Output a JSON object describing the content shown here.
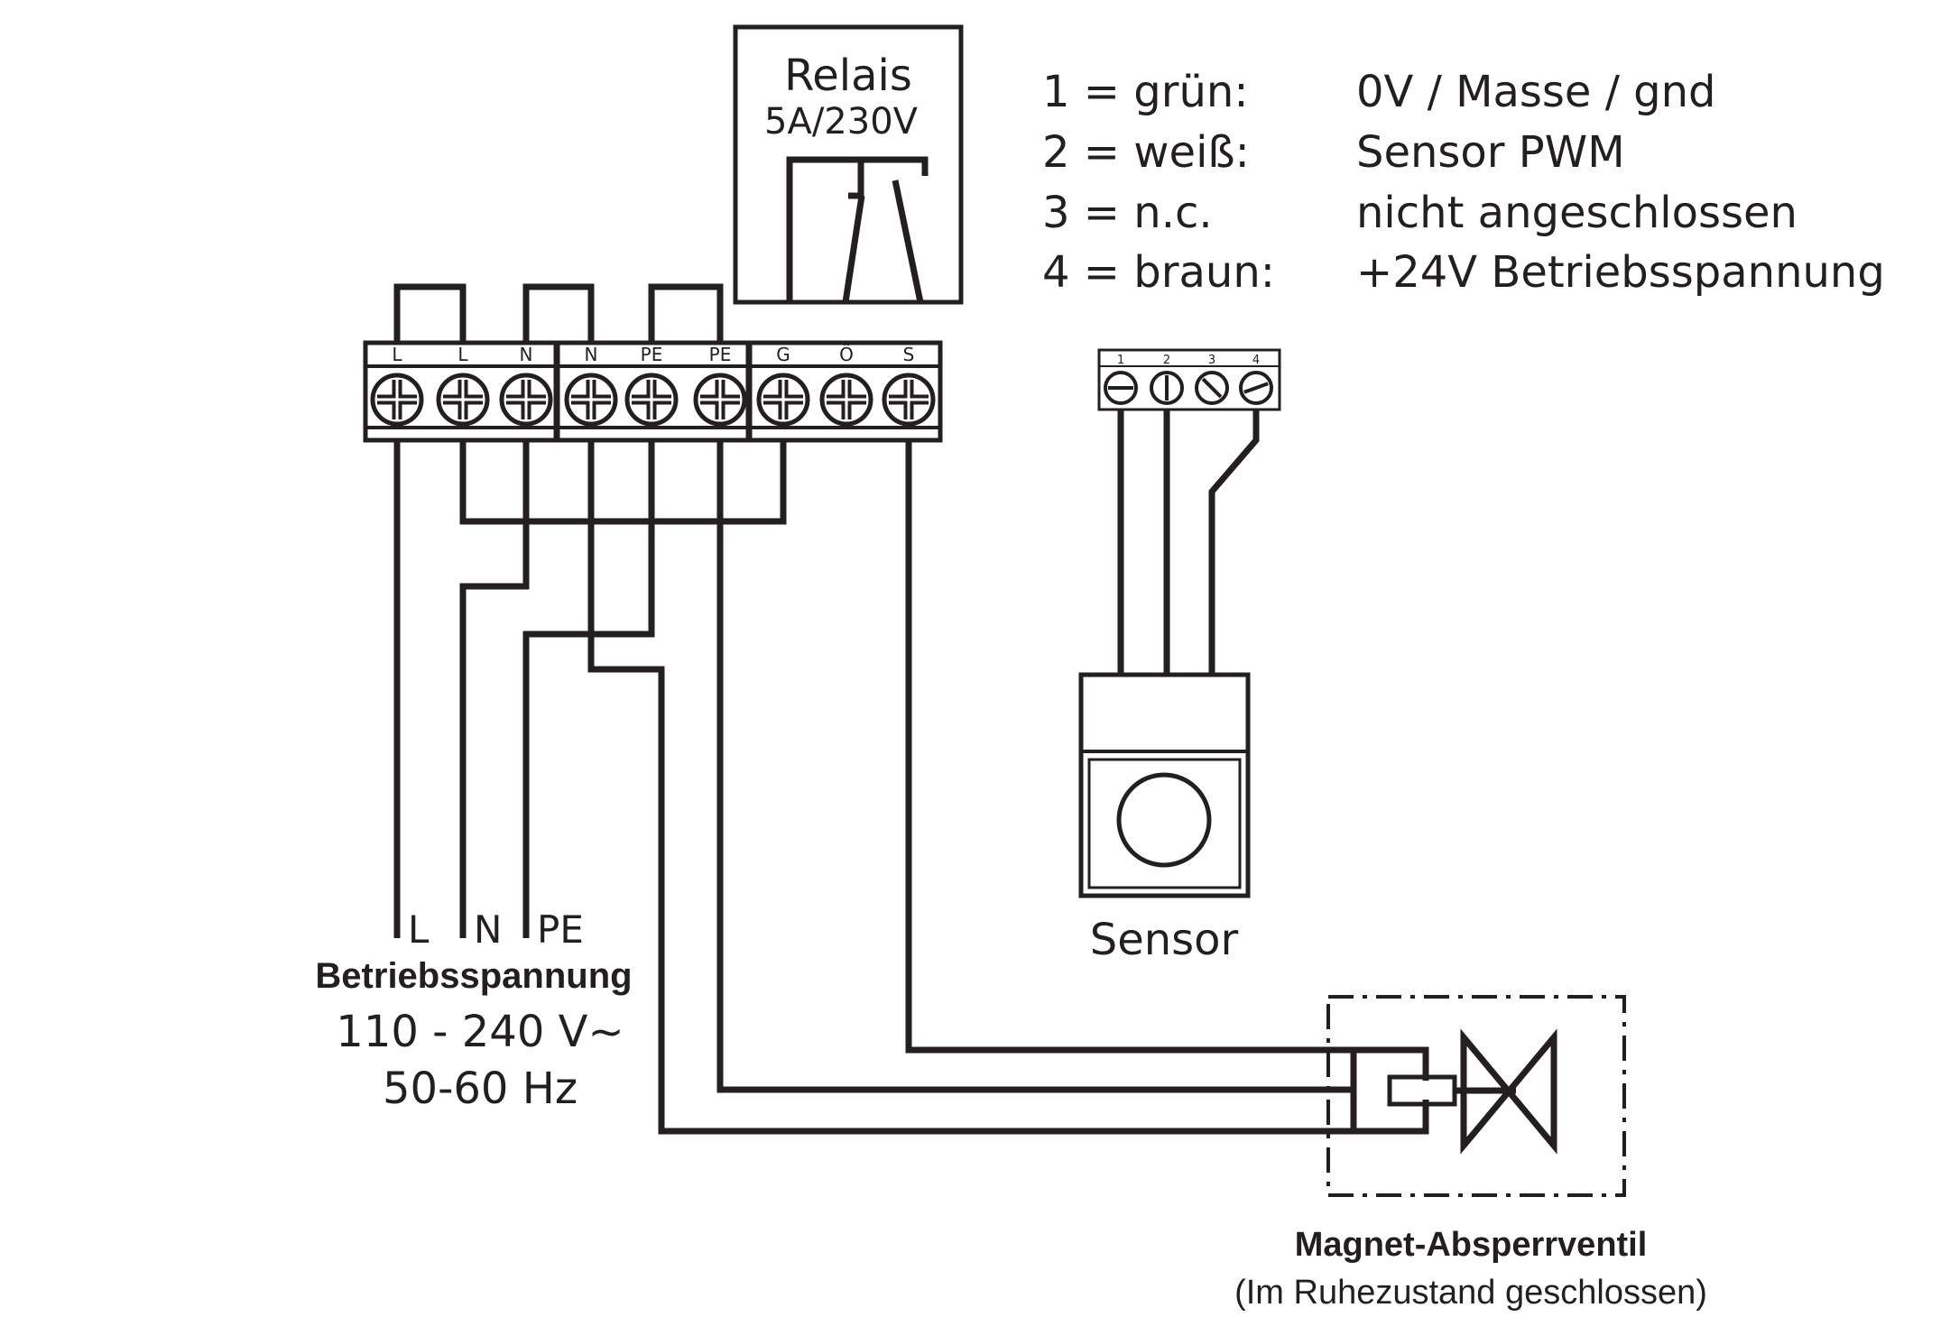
{
  "relay": {
    "title": "Relais",
    "rating": "5A/230V"
  },
  "legend": [
    {
      "key": "1  = grün:",
      "desc": "0V / Masse / gnd"
    },
    {
      "key": "2 = weiß:",
      "desc": "Sensor PWM"
    },
    {
      "key": "3 = n.c.",
      "desc": "nicht angeschlossen"
    },
    {
      "key": "4 = braun:",
      "desc": "+24V Betriebsspannung"
    }
  ],
  "terminals": [
    "L",
    "L",
    "N",
    "N",
    "PE",
    "PE",
    "G",
    "Ö",
    "S"
  ],
  "sensor_terminals": [
    "1",
    "2",
    "3",
    "4"
  ],
  "supply": {
    "wires": [
      "L",
      "N",
      "PE"
    ],
    "title": "Betriebsspannung",
    "voltage": "110 - 240 V~",
    "frequency": "50-60 Hz"
  },
  "sensor": {
    "label": "Sensor"
  },
  "valve": {
    "title": "Magnet-Absperrventil",
    "subtitle": "(Im Ruhezustand geschlossen)"
  }
}
